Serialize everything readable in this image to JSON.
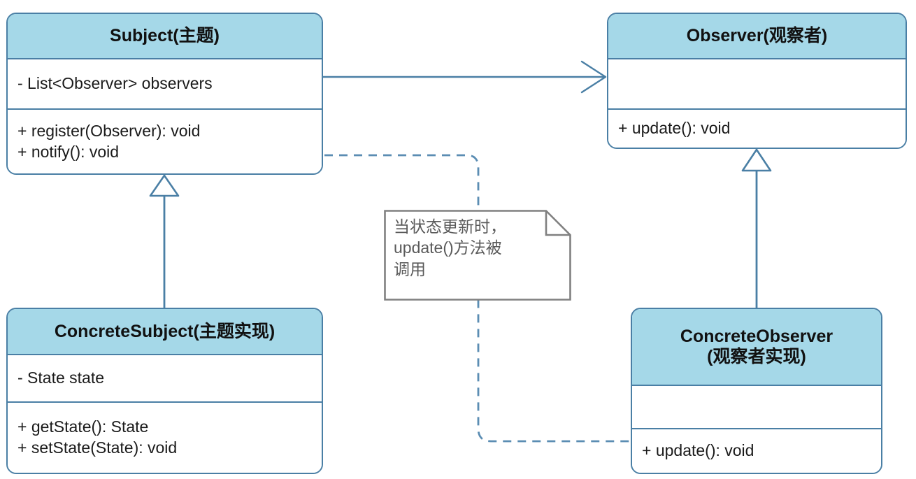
{
  "diagram": {
    "title": "Observer Pattern UML Class Diagram",
    "colors": {
      "header_fill": "#a5d8e8",
      "box_border": "#4a7fa5",
      "body_fill": "#ffffff",
      "note_border": "#808080",
      "note_text": "#5a5a5a",
      "connector": "#4a7fa5",
      "dashed_connector": "#5b8db3",
      "text": "#1a1a1a",
      "background": "#ffffff"
    }
  },
  "classes": {
    "subject": {
      "name": "Subject(主题)",
      "attributes": [
        "- List<Observer> observers"
      ],
      "methods": [
        "+ register(Observer): void",
        "+ notify(): void"
      ]
    },
    "observer": {
      "name": "Observer(观察者)",
      "attributes": [],
      "methods": [
        "+ update(): void"
      ]
    },
    "concrete_subject": {
      "name": "ConcreteSubject(主题实现)",
      "attributes": [
        "- State state"
      ],
      "methods": [
        "+ getState(): State",
        "+ setState(State): void"
      ]
    },
    "concrete_observer": {
      "name_line1": "ConcreteObserver",
      "name_line2": "(观察者实现)",
      "attributes": [],
      "methods": [
        "+ update(): void"
      ]
    }
  },
  "note": {
    "text": "当状态更新时，\nupdate()方法被\n调用"
  },
  "relationships": [
    {
      "id": "subject-observes-observer",
      "type": "association",
      "from": "Subject(主题)",
      "to": "Observer(观察者)",
      "line": "solid",
      "arrowhead": "open-arrow"
    },
    {
      "id": "concretesubject-extends-subject",
      "type": "generalization",
      "from": "ConcreteSubject(主题实现)",
      "to": "Subject(主题)",
      "line": "solid",
      "arrowhead": "hollow-triangle"
    },
    {
      "id": "concreteobserver-implements-observer",
      "type": "generalization",
      "from": "ConcreteObserver(观察者实现)",
      "to": "Observer(观察者)",
      "line": "solid",
      "arrowhead": "hollow-triangle"
    },
    {
      "id": "subject-notifies-concreteobserver",
      "type": "dependency",
      "from": "Subject(主题)",
      "to": "ConcreteObserver(观察者实现)",
      "line": "dashed",
      "arrowhead": "none"
    }
  ]
}
